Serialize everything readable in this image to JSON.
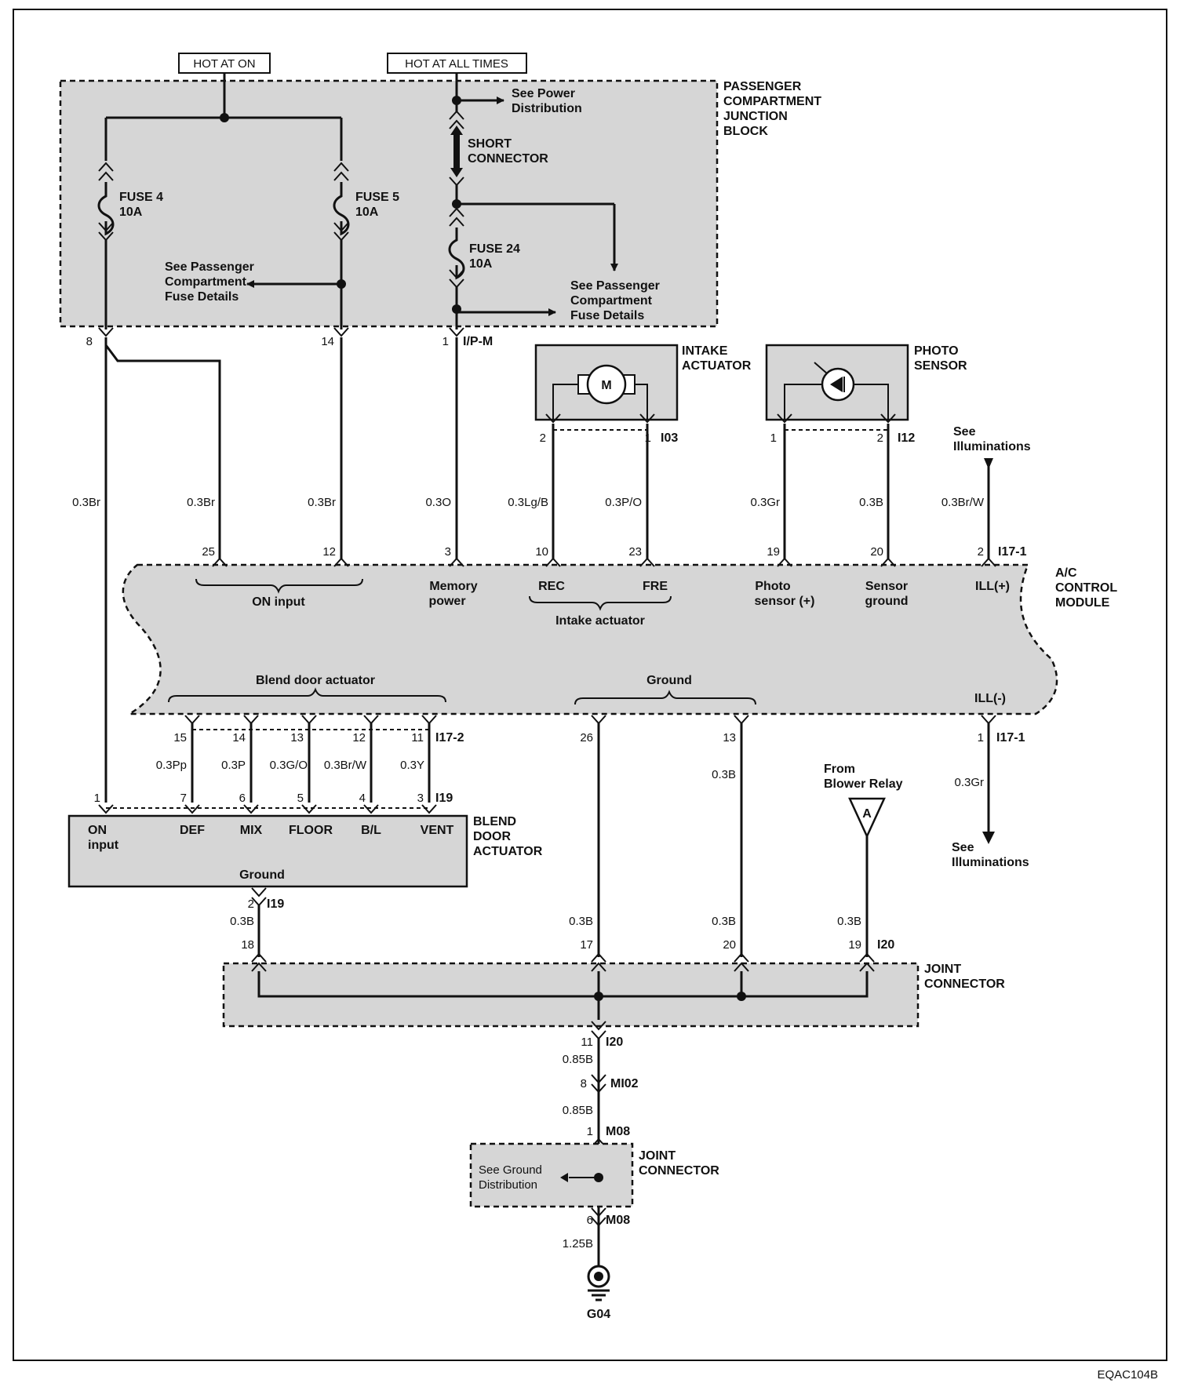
{
  "doc_code": "EQAC104B",
  "power": {
    "hot_at_on": "HOT AT ON",
    "hot_at_all_times": "HOT AT ALL TIMES",
    "junction_block": [
      "PASSENGER",
      "COMPARTMENT",
      "JUNCTION",
      "BLOCK"
    ],
    "see_power_dist": [
      "See Power",
      "Distribution"
    ],
    "short_connector": [
      "SHORT",
      "CONNECTOR"
    ],
    "fuse4": [
      "FUSE 4",
      "10A"
    ],
    "fuse5": [
      "FUSE 5",
      "10A"
    ],
    "fuse24": [
      "FUSE 24",
      "10A"
    ],
    "see_fuse_left": [
      "See Passenger",
      "Compartment",
      "Fuse Details"
    ],
    "see_fuse_right": [
      "See Passenger",
      "Compartment",
      "Fuse Details"
    ],
    "pins": [
      "8",
      "14",
      "1"
    ],
    "connector": "I/P-M"
  },
  "intake_actuator": {
    "title": [
      "INTAKE",
      "ACTUATOR"
    ],
    "motor": "M",
    "pins": [
      "2",
      "1"
    ],
    "connector": "I03"
  },
  "photo_sensor": {
    "title": [
      "PHOTO",
      "SENSOR"
    ],
    "pins": [
      "1",
      "2"
    ],
    "connector": "I12"
  },
  "see_illum_top": [
    "See",
    "Illuminations"
  ],
  "wires_top": [
    "0.3Br",
    "0.3Br",
    "0.3Br",
    "0.3O",
    "0.3Lg/B",
    "0.3P/O",
    "0.3Gr",
    "0.3B",
    "0.3Br/W"
  ],
  "module": {
    "title": [
      "A/C",
      "CONTROL",
      "MODULE"
    ],
    "top_pins": [
      "25",
      "12",
      "3",
      "10",
      "23",
      "19",
      "20",
      "2"
    ],
    "top_connector": "I17-1",
    "on_input": "ON input",
    "memory_power": [
      "Memory",
      "power"
    ],
    "rec": "REC",
    "fre": "FRE",
    "intake_actuator": "Intake actuator",
    "photo_sensor": [
      "Photo",
      "sensor (+)"
    ],
    "sensor_ground": [
      "Sensor",
      "ground"
    ],
    "ill_plus": "ILL(+)",
    "blend_door_actuator": "Blend door actuator",
    "ground": "Ground",
    "ill_minus": "ILL(-)",
    "bottom_pins_left": [
      "15",
      "14",
      "13",
      "12",
      "11"
    ],
    "bottom_connector_left": "I17-2",
    "bottom_pins_mid": [
      "26",
      "13"
    ],
    "bottom_pin_right": "1",
    "bottom_connector_right": "I17-1"
  },
  "wires_bottom": [
    "0.3Pp",
    "0.3P",
    "0.3G/O",
    "0.3Br/W",
    "0.3Y",
    "0.3B",
    "0.3Gr"
  ],
  "blend_door": {
    "title": [
      "BLEND",
      "DOOR",
      "ACTUATOR"
    ],
    "pins": [
      "1",
      "7",
      "6",
      "5",
      "4",
      "3"
    ],
    "connector": "I19",
    "labels": [
      "ON",
      "input",
      "DEF",
      "MIX",
      "FLOOR",
      "B/L",
      "VENT"
    ],
    "ground": "Ground",
    "ground_pin": "2",
    "ground_connector": "I19"
  },
  "from_blower": [
    "From",
    "Blower Relay"
  ],
  "blower_marker": "A",
  "see_illum_bottom": [
    "See",
    "Illuminations"
  ],
  "ground_wires": [
    "0.3B",
    "0.3B",
    "0.3B",
    "0.3B"
  ],
  "joint1": {
    "title": [
      "JOINT",
      "CONNECTOR"
    ],
    "pins": [
      "18",
      "17",
      "20",
      "19"
    ],
    "connector": "I20",
    "out_pin": "11",
    "out_connector": "I20"
  },
  "chain": {
    "w1": "0.85B",
    "pin_mi02": "8",
    "mi02": "MI02",
    "w2": "0.85B",
    "pin_m08a": "1",
    "m08a": "M08",
    "pin_m08b": "6",
    "m08b": "M08",
    "w3": "1.25B",
    "ground": "G04"
  },
  "joint2": {
    "title": [
      "JOINT",
      "CONNECTOR"
    ],
    "see_ground": [
      "See Ground",
      "Distribution"
    ]
  }
}
